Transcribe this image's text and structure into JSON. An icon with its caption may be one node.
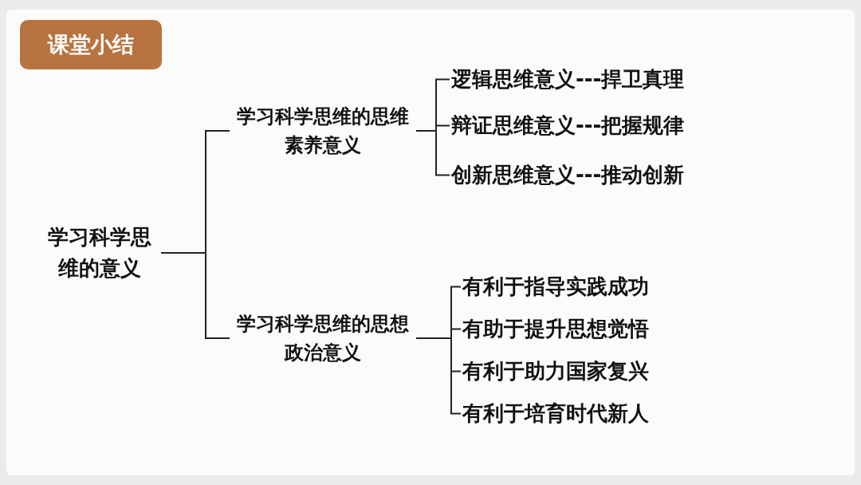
{
  "diagram": {
    "title": "课堂小结",
    "nodes": [
      {
        "text": [
          "学习科学思维的意义"
        ]
      },
      {
        "text": [
          "学习科学思维的思维素养意义"
        ]
      },
      {
        "text": [
          "逻辑思维意义---捍卫真理"
        ]
      },
      {
        "text": [
          "辩证思维意义---把握规律"
        ]
      },
      {
        "text": [
          "创新思维意义---推动创新"
        ]
      },
      {
        "text": [
          "学习科学思维的思想政治意义"
        ]
      },
      {
        "text": [
          "有利于指导实践成功"
        ]
      },
      {
        "text": [
          "有助于提升思想觉悟"
        ]
      },
      {
        "text": [
          "有利于助力国家复兴"
        ]
      },
      {
        "text": [
          "有利于培育时代新人"
        ]
      }
    ],
    "edges": [
      {
        "from": 0,
        "to": 1,
        "arrow": "none"
      },
      {
        "from": 0,
        "to": 5,
        "arrow": "none"
      },
      {
        "from": 1,
        "to": 2,
        "arrow": "none"
      },
      {
        "from": 1,
        "to": 3,
        "arrow": "none"
      },
      {
        "from": 1,
        "to": 4,
        "arrow": "none"
      },
      {
        "from": 5,
        "to": 6,
        "arrow": "none"
      },
      {
        "from": 5,
        "to": 7,
        "arrow": "none"
      },
      {
        "from": 5,
        "to": 8,
        "arrow": "none"
      },
      {
        "from": 5,
        "to": 9,
        "arrow": "none"
      }
    ]
  }
}
